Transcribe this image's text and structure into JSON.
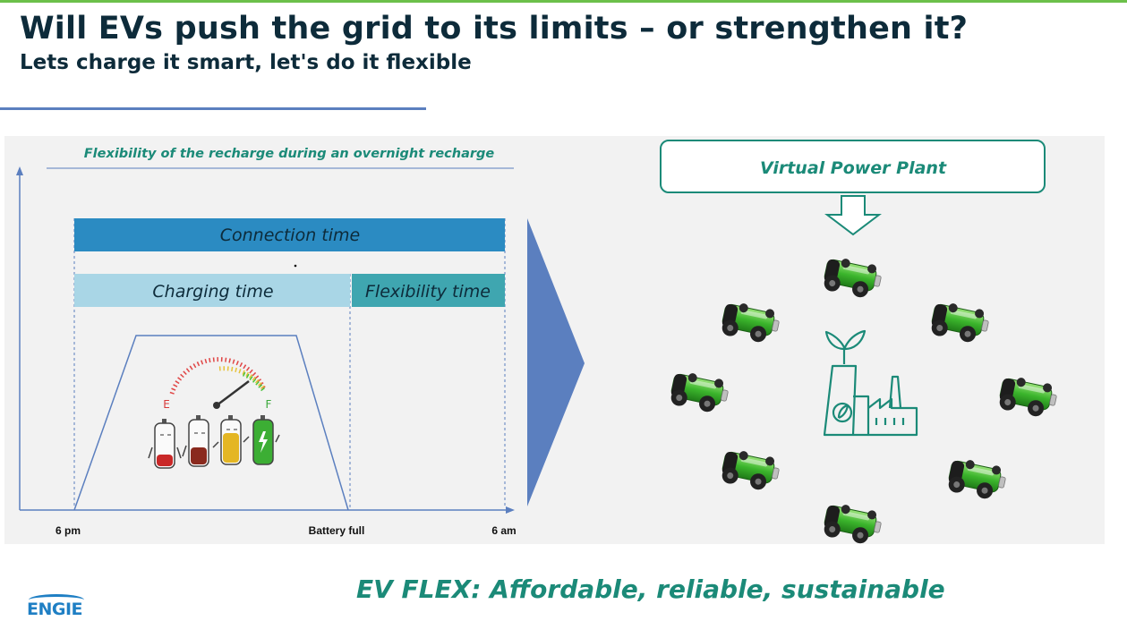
{
  "header": {
    "title": "Will EVs push the grid to its limits – or strengthen it?",
    "subtitle": "Lets charge it smart, let's do it flexible"
  },
  "chart": {
    "heading": "Flexibility of the recharge during an overnight recharge",
    "connection_label": "Connection time",
    "charging_label": "Charging time",
    "flexibility_label": "Flexibility time",
    "x_start_label": "6 pm",
    "x_mid_label": "Battery full",
    "x_end_label": "6 am",
    "gauge_empty": "E",
    "gauge_full": "F"
  },
  "vpp": {
    "label": "Virtual Power Plant",
    "battery_car_count": 8,
    "center_icon": "factory-leaf-icon",
    "car_icon": "battery-car-icon"
  },
  "footer": {
    "slogan": "EV FLEX: Affordable, reliable, sustainable",
    "logo": "ENGIE"
  },
  "colors": {
    "title": "#0d2b3a",
    "teal": "#1b8a78",
    "connection_bar": "#2b8bc2",
    "charging_bar": "#a9d6e6",
    "flexibility_bar": "#3fa6b0",
    "arrow": "#5b7fbf",
    "battery_green": "#4cc23a"
  }
}
